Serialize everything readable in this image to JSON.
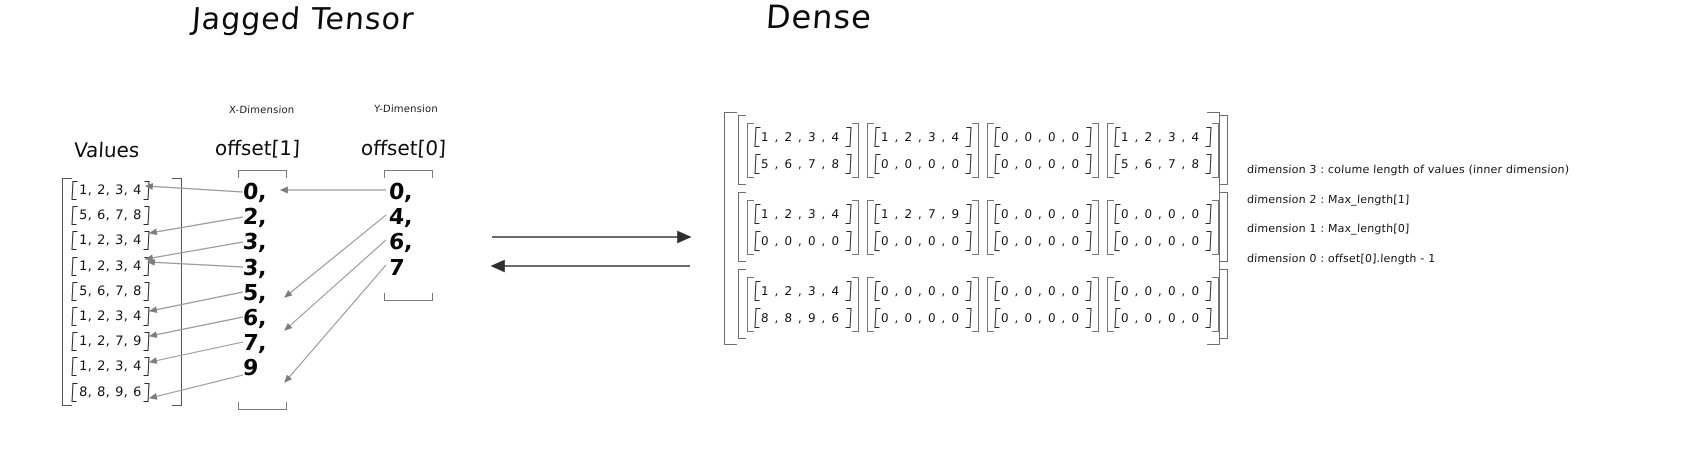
{
  "titles": {
    "left": "Jagged Tensor",
    "right": "Dense"
  },
  "jagged": {
    "values_heading": "Values",
    "values_rows": [
      "1, 2, 3, 4",
      "5, 6, 7, 8",
      "1, 2, 3, 4",
      "1, 2, 3, 4",
      "5, 6, 7, 8",
      "1, 2, 3, 4",
      "1, 2, 7, 9",
      "1, 2, 3, 4",
      "8, 8, 9, 6"
    ],
    "offset1": {
      "dimension_label": "X-Dimension",
      "heading": "offset[1]",
      "values": [
        "0,",
        "2,",
        "3,",
        "3,",
        "5,",
        "6,",
        "7,",
        "9"
      ]
    },
    "offset0": {
      "dimension_label": "Y-Dimension",
      "heading": "offset[0]",
      "values": [
        "0,",
        "4,",
        "6,",
        "7"
      ]
    }
  },
  "middle": {
    "arrow_right": "to-dense-arrow",
    "arrow_left": "to-jagged-arrow"
  },
  "dense": {
    "rows": [
      {
        "matrices": [
          {
            "vectors": [
              "1 , 2 , 3 , 4",
              "5 , 6 , 7 , 8"
            ]
          },
          {
            "vectors": [
              "1 , 2 , 3 , 4",
              "0 , 0 , 0 , 0"
            ]
          },
          {
            "vectors": [
              "0 , 0 , 0 , 0",
              "0 , 0 , 0 , 0"
            ]
          },
          {
            "vectors": [
              "1 , 2 , 3 , 4",
              "5 , 6 , 7 , 8"
            ]
          }
        ]
      },
      {
        "matrices": [
          {
            "vectors": [
              "1 , 2 , 3 , 4",
              "0 , 0 , 0 , 0"
            ]
          },
          {
            "vectors": [
              "1 , 2 , 7 , 9",
              "0 , 0 , 0 , 0"
            ]
          },
          {
            "vectors": [
              "0 , 0 , 0 , 0",
              "0 , 0 , 0 , 0"
            ]
          },
          {
            "vectors": [
              "0 , 0 , 0 , 0",
              "0 , 0 , 0 , 0"
            ]
          }
        ]
      },
      {
        "matrices": [
          {
            "vectors": [
              "1 , 2 , 3 , 4",
              "8 , 8 , 9 , 6"
            ]
          },
          {
            "vectors": [
              "0 , 0 , 0 , 0",
              "0 , 0 , 0 , 0"
            ]
          },
          {
            "vectors": [
              "0 , 0 , 0 , 0",
              "0 , 0 , 0 , 0"
            ]
          },
          {
            "vectors": [
              "0 , 0 , 0 , 0",
              "0 , 0 , 0 , 0"
            ]
          }
        ]
      }
    ]
  },
  "annotations": [
    "dimension 3 : colume length of values (inner dimension)",
    "dimension 2 : Max_length[1]",
    "dimension 1  : Max_length[0]",
    "dimension 0 : offset[0].length - 1"
  ],
  "colors": {
    "ink": "#101010",
    "line": "#8a8a8a",
    "bracket": "#6e6e6e",
    "background": "#ffffff"
  }
}
